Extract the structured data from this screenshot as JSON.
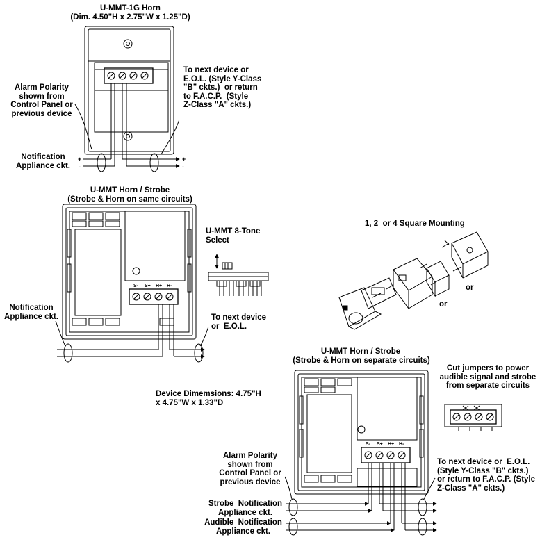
{
  "colors": {
    "line": "#000000",
    "background": "#ffffff"
  },
  "horn1g": {
    "title": "U-MMT-1G Horn",
    "dimensions": "(Dim. 4.50\"H x 2.75\"W x 1.25\"D)",
    "next_device": "To next device or\nE.O.L. (Style Y-Class\n\"B\" ckts.)  or return\nto F.A.C.P.  (Style\nZ-Class \"A\" ckts.)",
    "alarm_polarity": "Alarm Polarity\nshown from\nControl Panel or\nprevious device",
    "notification_ckt": "Notification\nAppliance ckt.",
    "wire_plus": "+",
    "wire_minus": "-"
  },
  "strobe_same": {
    "title": "U-MMT Horn / Strobe",
    "subtitle": "(Strobe & Horn on same circuits)",
    "tone_select": "U-MMT 8-Tone\nSelect",
    "notification_ckt": "Notification\nAppliance ckt.",
    "next_device": "To next device\nor  E.O.L.",
    "device_dimensions": "Device Dimemsions: 4.75\"H\nx 4.75\"W x 1.33\"D",
    "terminals": [
      "S-",
      "S+",
      "H+",
      "H-"
    ]
  },
  "mounting": {
    "title": "1, 2  or 4 Square Mounting",
    "or_label": "or"
  },
  "strobe_separate": {
    "title": "U-MMT Horn / Strobe",
    "subtitle": "(Strobe & Horn on separate circuits)",
    "cut_jumpers": "Cut jumpers to power\naudible signal and strobe\nfrom separate circuits",
    "alarm_polarity": "Alarm Polarity\nshown from\nControl Panel or\nprevious device",
    "next_device": "To next device or  E.O.L.\n(Style Y-Class \"B\" ckts.)\nor return to F.A.C.P. (Style\nZ-Class \"A\" ckts.)",
    "strobe_ckt": "Strobe  Notification\nAppliance ckt.",
    "audible_ckt": "Audible  Notification\nAppliance ckt.",
    "terminals": [
      "S-",
      "S+",
      "H+",
      "H-"
    ]
  }
}
